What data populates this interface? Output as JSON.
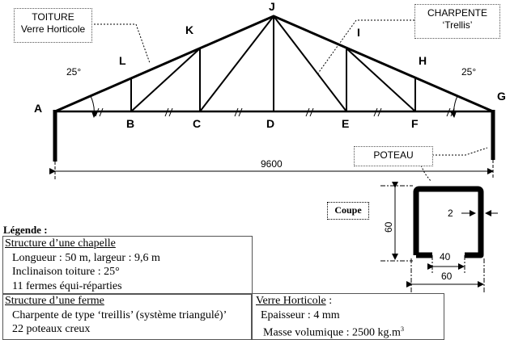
{
  "callouts": {
    "toiture": [
      "TOITURE",
      "Verre Horticole"
    ],
    "charpente": [
      "CHARPENTE",
      "‘Trellis’"
    ],
    "poteau": "POTEAU",
    "coupe": "Coupe"
  },
  "nodes": {
    "A": "A",
    "B": "B",
    "C": "C",
    "D": "D",
    "E": "E",
    "F": "F",
    "G": "G",
    "H": "H",
    "I": "I",
    "J": "J",
    "K": "K",
    "L": "L"
  },
  "angles": {
    "left": "25°",
    "right": "25°"
  },
  "span_dimension": "9600",
  "section": {
    "height": "60",
    "thickness": "2",
    "opening": "40",
    "width": "60"
  },
  "legend": {
    "title": "Légende :",
    "chapelle": {
      "heading": "Structure d’une chapelle",
      "rows": [
        "Longueur : 50 m, largeur : 9,6 m",
        "Inclinaison toiture : 25°",
        "11 fermes équi-réparties"
      ]
    },
    "ferme": {
      "heading": "Structure d’une ferme",
      "rows": [
        "Charpente de type ‘treillis’ (système triangulé)’",
        "22 poteaux creux"
      ]
    },
    "verre": {
      "heading": "Verre Horticole",
      "heading_suffix": " :",
      "rows": [
        "Epaisseur : 4 mm",
        "Masse volumique : 2500 kg.m"
      ],
      "unit_exp": "3"
    }
  }
}
